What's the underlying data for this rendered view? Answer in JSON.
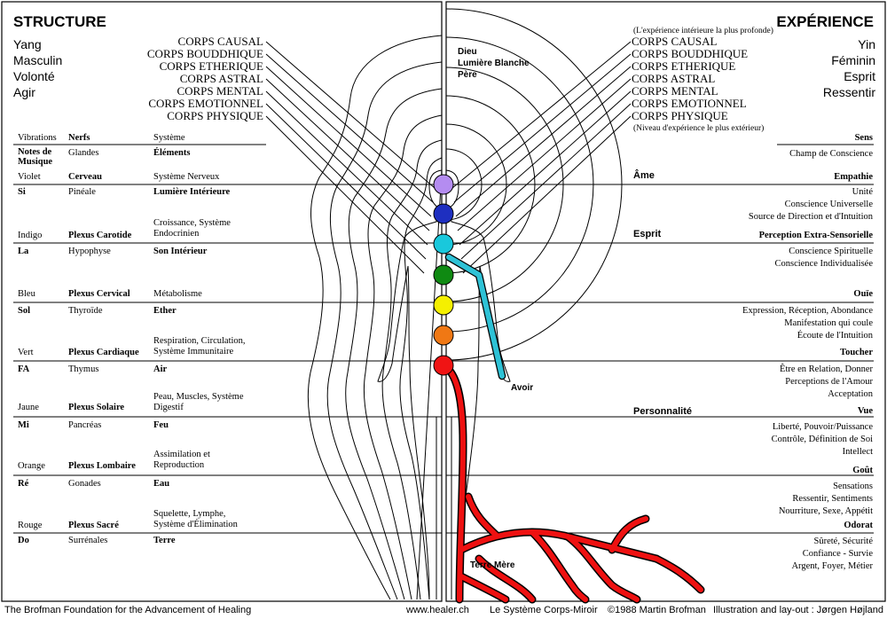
{
  "left": {
    "title": "STRUCTURE",
    "attributes": [
      "Yang",
      "Masculin",
      "Volonté",
      "Agir"
    ],
    "bodies": [
      "CORPS CAUSAL",
      "CORPS BOUDDHIQUE",
      "CORPS ETHERIQUE",
      "CORPS ASTRAL",
      "CORPS MENTAL",
      "CORPS EMOTIONNEL",
      "CORPS PHYSIQUE"
    ],
    "header": {
      "c1": "Vibrations",
      "c2": "Nerfs",
      "c3": "Système"
    },
    "header2": {
      "c1": "Notes de Musique",
      "c2": "Glandes",
      "c3": "Éléments"
    },
    "rows": [
      {
        "a": "Violet",
        "b": "Cerveau",
        "c": "Système Nerveux"
      },
      {
        "a": "Si",
        "b": "Pinéale",
        "c": "Lumière Intérieure"
      },
      {
        "a": "Indigo",
        "b": "Plexus Carotide",
        "c": "Croissance, Système Endocrinien"
      },
      {
        "a": "La",
        "b": "Hypophyse",
        "c": "Son Intérieur"
      },
      {
        "a": "Bleu",
        "b": "Plexus Cervical",
        "c": "Métabolisme"
      },
      {
        "a": "Sol",
        "b": "Thyroïde",
        "c": "Ether"
      },
      {
        "a": "Vert",
        "b": "Plexus Cardiaque",
        "c": "Respiration, Circulation, Système Immunitaire"
      },
      {
        "a": "FA",
        "b": "Thymus",
        "c": "Air"
      },
      {
        "a": "Jaune",
        "b": "Plexus Solaire",
        "c": "Peau, Muscles, Système Digestif"
      },
      {
        "a": "Mi",
        "b": "Pancréas",
        "c": "Feu"
      },
      {
        "a": "Orange",
        "b": "Plexus Lombaire",
        "c": "Assimilation et Reproduction"
      },
      {
        "a": "Ré",
        "b": "Gonades",
        "c": "Eau"
      },
      {
        "a": "Rouge",
        "b": "Plexus Sacré",
        "c": "Squelette, Lymphe, Système d'Élimination"
      },
      {
        "a": "Do",
        "b": "Surrénales",
        "c": "Terre"
      }
    ]
  },
  "right": {
    "title": "EXPÉRIENCE",
    "attributes": [
      "Yin",
      "Féminin",
      "Esprit",
      "Ressentir"
    ],
    "top_note": "(L'expérience intérieure la plus profonde)",
    "bottom_note": "(Niveau d'expérience le plus extérieur)",
    "bodies": [
      "CORPS CAUSAL",
      "CORPS BOUDDHIQUE",
      "CORPS ETHERIQUE",
      "CORPS ASTRAL",
      "CORPS MENTAL",
      "CORPS EMOTIONNEL",
      "CORPS PHYSIQUE"
    ],
    "sens": "Sens",
    "champ": "Champ de Conscience",
    "levels": {
      "ame": "Âme",
      "esprit": "Esprit",
      "personnalite": "Personnalité"
    },
    "sections": [
      {
        "head": "Empathie",
        "lines": [
          "Unité",
          "Conscience Universelle",
          "Source de Direction et d'Intuition"
        ]
      },
      {
        "head": "Perception Extra-Sensorielle",
        "lines": [
          "Conscience Spirituelle",
          "Conscience Individualisée"
        ]
      },
      {
        "head": "Ouïe",
        "lines": [
          "Expression, Réception, Abondance",
          "Manifestation qui coule",
          "Écoute de l'Intuition"
        ]
      },
      {
        "head": "Toucher",
        "lines": [
          "Être en Relation, Donner",
          "Perceptions de l'Amour",
          "Acceptation"
        ]
      },
      {
        "head": "Vue",
        "lines": [
          "Liberté, Pouvoir/Puissance",
          "Contrôle, Définition de Soi",
          "Intellect"
        ]
      },
      {
        "head": "Goût",
        "lines": [
          "Sensations",
          "Ressentir, Sentiments",
          "Nourriture, Sexe, Appétit"
        ]
      },
      {
        "head": "Odorat",
        "lines": [
          "Sûreté, Sécurité",
          "Confiance - Survie",
          "Argent, Foyer, Métier"
        ]
      }
    ]
  },
  "center": {
    "dieu": "Dieu",
    "lumiere": "Lumière Blanche",
    "pere": "Père",
    "avoir": "Avoir",
    "terre_mere": "Terre Mère"
  },
  "chakra_colors": [
    "#b48cf0",
    "#1e2fc0",
    "#19c8dc",
    "#0f8a12",
    "#f5f000",
    "#f07814",
    "#f01414"
  ],
  "avoir_color": "#2ec2d6",
  "root_color": "#ee1111",
  "footer": {
    "left": "The Brofman Foundation for the Advancement of Healing",
    "web": "www.healer.ch",
    "title": "Le Système Corps-Miroir",
    "copyright": "©1988 Martin Brofman",
    "credit": "Illustration and lay-out : Jørgen Højland"
  }
}
